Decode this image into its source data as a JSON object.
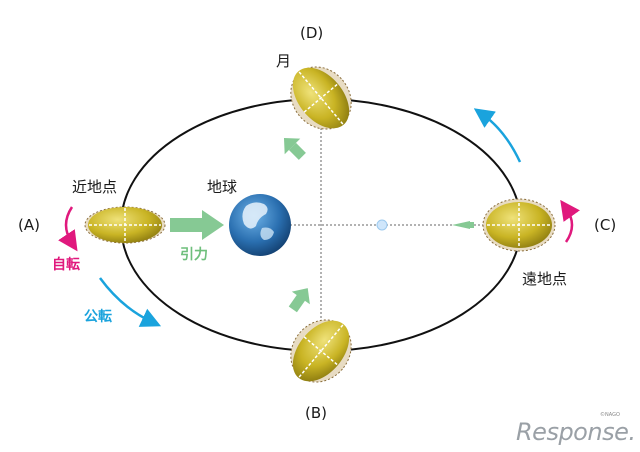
{
  "labels": {
    "perigee": "近地点",
    "apogee": "遠地点",
    "earth": "地球",
    "moon": "月",
    "pos_a": "(A)",
    "pos_b": "(B)",
    "pos_c": "(C)",
    "pos_d": "(D)",
    "rotation": "自転",
    "revolution": "公転",
    "gravity": "引力"
  },
  "credit": "©NAGO",
  "brand": "Response.",
  "colors": {
    "orbit": "#111111",
    "moon_fill": "#c8b321",
    "moon_shadow": "#e8dcc3",
    "gravity_arrow": "#86c994",
    "rotation_arrow": "#e0197d",
    "revolution_arrow": "#1aa3dd",
    "earth_ocean": "#2a6fb0"
  }
}
